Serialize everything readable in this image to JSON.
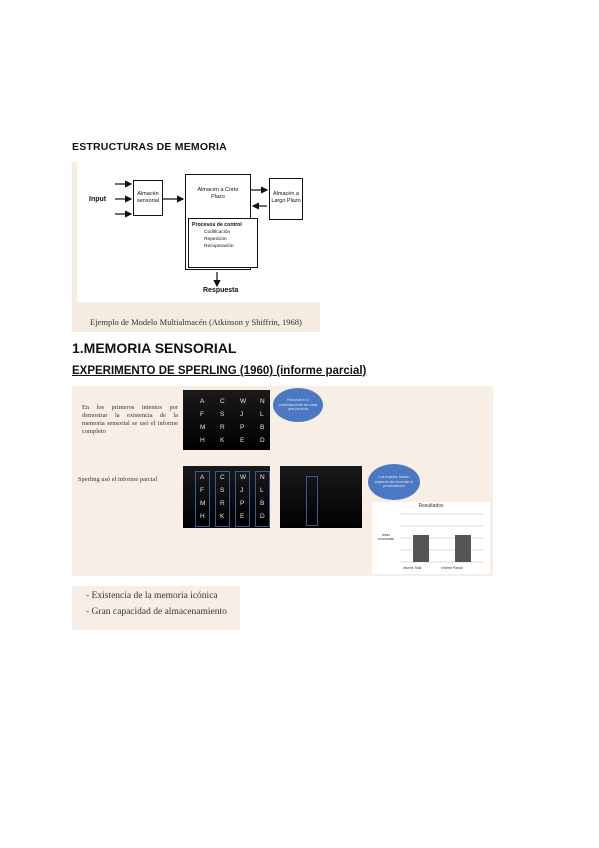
{
  "headings": {
    "estructuras": "ESTRUCTURAS DE MEMORIA",
    "sensorial": "1.MEMORIA SENSORIAL",
    "sperling": "EXPERIMENTO DE SPERLING (1960) (informe parcial)"
  },
  "diagram": {
    "input_label": "Input",
    "sensory_store": "Almacén sensorial",
    "short_term": "Almacén a Corto Plazo",
    "long_term": "Almacén a Largo Plazo",
    "control_title": "Procesos de control",
    "control_items": [
      "Codificación",
      "Repetición",
      "Recuperación"
    ],
    "response_label": "Respuesta",
    "caption": "Ejemplo de Modelo Multialmacén (Atkinson y Shiffrin, 1968)"
  },
  "experiment": {
    "note_first": "En los primeros intentos por demostrar la existencia de la memoria sensorial se usó el informe completo",
    "note_second": "Sperling usó el informe parcial",
    "bubble_one": "Recordó el 4 correctamente de cada que perecía",
    "bubble_two": "Los sujetos fueron capaces de recordar la presentación",
    "letters": [
      [
        "A",
        "C",
        "W",
        "N"
      ],
      [
        "F",
        "S",
        "J",
        "L"
      ],
      [
        "M",
        "R",
        "P",
        "B"
      ],
      [
        "H",
        "K",
        "E",
        "D"
      ]
    ],
    "chart_title": "Resultados",
    "chart_ylabel": "letras recordadas",
    "chart_categories": [
      "Informe Total",
      "Informe Parcial"
    ]
  },
  "chart_data": {
    "type": "bar",
    "title": "Resultados",
    "categories": [
      "Informe Total",
      "Informe Parcial"
    ],
    "values": [
      4.5,
      4.5
    ],
    "ylim": [
      0,
      8
    ]
  },
  "conclusions": {
    "items": [
      "- Existencia de la memoria icónica",
      "- Gran capacidad de almacenamiento"
    ]
  }
}
